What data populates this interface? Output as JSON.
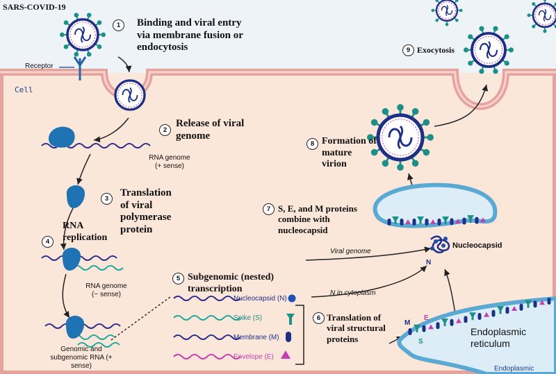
{
  "title": "SARS-COVID-19",
  "cell_label": "Cell",
  "receptor_label": "Receptor",
  "steps": [
    {
      "num": "1",
      "text": "Binding and viral entry via membrane fusion or endocytosis"
    },
    {
      "num": "2",
      "text": "Release of viral genome"
    },
    {
      "num": "3",
      "text": "Translation of viral polymerase protein"
    },
    {
      "num": "4",
      "text": "RNA replication"
    },
    {
      "num": "5",
      "text": "Subgenomic (nested) transcription"
    },
    {
      "num": "6",
      "text": "Translation of viral structural proteins"
    },
    {
      "num": "7",
      "text": "S, E, and M proteins combine with nucleocapsid"
    },
    {
      "num": "8",
      "text": "Formation of mature virion"
    },
    {
      "num": "9",
      "text": "Exocytosis"
    }
  ],
  "labels": {
    "rna_genome_pos": "RNA genome (+ sense)",
    "rna_genome_neg": "RNA genome (− sense)",
    "genomic_subgenomic": "Genomic and subgenomic RNA (+ sense)",
    "nucleocapsid_n": "Nucleocapsid (N)",
    "spike_s": "Spike (S)",
    "membrane_m": "Membrane (M)",
    "envelope_e": "Envelope (E)",
    "viral_genome": "Viral genome",
    "n_in_cytoplasm": "N in cytoplasm",
    "nucleocapsid": "Nucleocapsid",
    "er": "Endoplasmic reticulum",
    "er_bottom": "Endoplasmic",
    "letter_n": "N",
    "letter_m": "M",
    "letter_e": "E",
    "letter_s": "S"
  },
  "colors": {
    "background": "#fbe8dd",
    "membrane": "#e7a09a",
    "er_fill": "#dcedf7",
    "er_stroke": "#5aa9d3",
    "virus_navy": "#1e2f86",
    "spike_teal": "#1c8f86",
    "rna_navy": "#2b2e8a",
    "rna_teal": "#21a89d",
    "rna_magenta": "#c43fae",
    "ribosome": "#1f73b3"
  }
}
